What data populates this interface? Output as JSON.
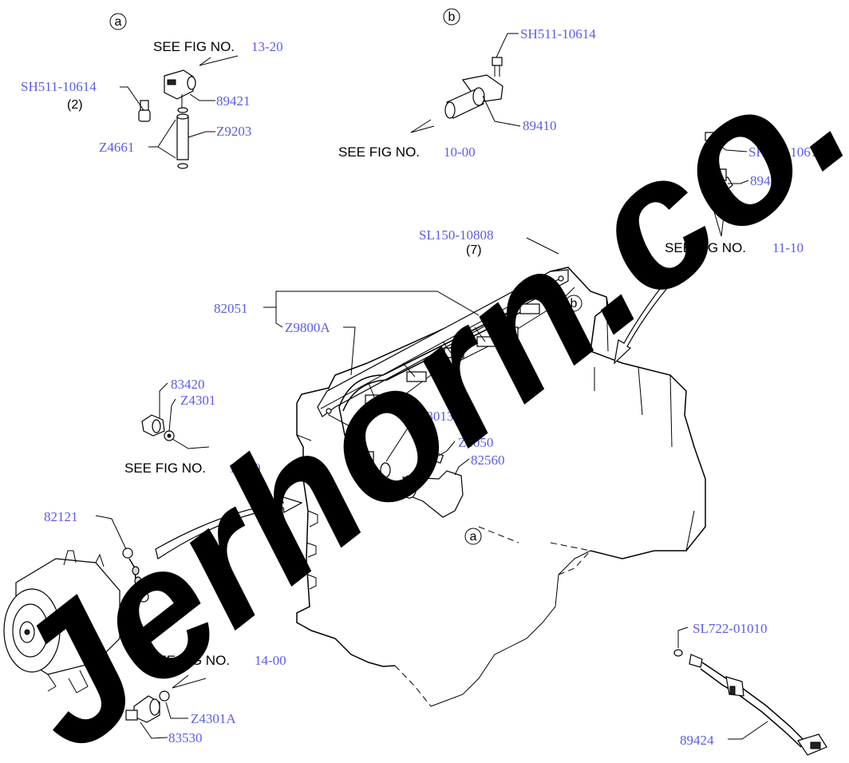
{
  "watermark": "Jerhorn.co.",
  "notes": {
    "fig_13_20": {
      "prefix": "SEE FIG NO.",
      "ref": "13-20"
    },
    "fig_10_00": {
      "prefix": "SEE FIG NO.",
      "ref": "10-00"
    },
    "fig_11_10": {
      "prefix": "SEE FIG NO.",
      "ref": "11-10"
    },
    "fig_16_00": {
      "prefix": "SEE FIG NO.",
      "ref": "16-00"
    },
    "fig_14_00": {
      "prefix": "SEE FIG NO.",
      "ref": "14-00"
    }
  },
  "callouts": {
    "a_top": "a",
    "b_top": "b",
    "b_engine": "b",
    "a_engine": "a"
  },
  "quantities": {
    "sh511_a": "(2)",
    "sl150": "(7)"
  },
  "parts": {
    "sh511_10614_a": "SH511-10614",
    "p89421": "89421",
    "z4661": "Z4661",
    "z9203": "Z9203",
    "sh511_10614_b": "SH511-10614",
    "p89410": "89410",
    "sh511_10614_c": "SH511-10614",
    "p89411": "89411",
    "sl150_10808": "SL150-10808",
    "p82051": "82051",
    "z9800a": "Z9800A",
    "p83420": "83420",
    "z4301": "Z4301",
    "z3013": "Z3013",
    "z1050": "Z1050",
    "p82560": "82560",
    "p82121": "82121",
    "z4301a": "Z4301A",
    "p83530": "83530",
    "sl722_01010": "SL722-01010",
    "p89424": "89424"
  }
}
